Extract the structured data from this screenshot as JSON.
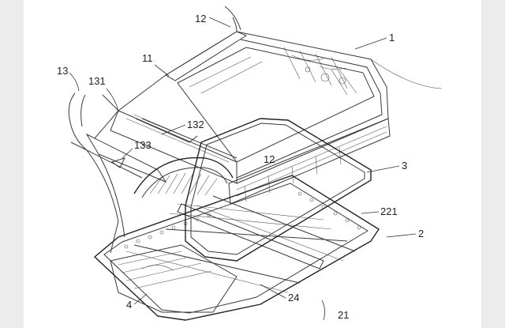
{
  "drawing": {
    "labels": [
      {
        "id": "l1",
        "text": "1"
      },
      {
        "id": "l12a",
        "text": "12"
      },
      {
        "id": "l11",
        "text": "11"
      },
      {
        "id": "l13",
        "text": "13"
      },
      {
        "id": "l131",
        "text": "131"
      },
      {
        "id": "l132",
        "text": "132"
      },
      {
        "id": "l133",
        "text": "133"
      },
      {
        "id": "l12b",
        "text": "12"
      },
      {
        "id": "l3",
        "text": "3"
      },
      {
        "id": "l221",
        "text": "221"
      },
      {
        "id": "l2",
        "text": "2"
      },
      {
        "id": "l4",
        "text": "4"
      },
      {
        "id": "l24",
        "text": "24"
      },
      {
        "id": "l21",
        "text": "21"
      }
    ]
  }
}
